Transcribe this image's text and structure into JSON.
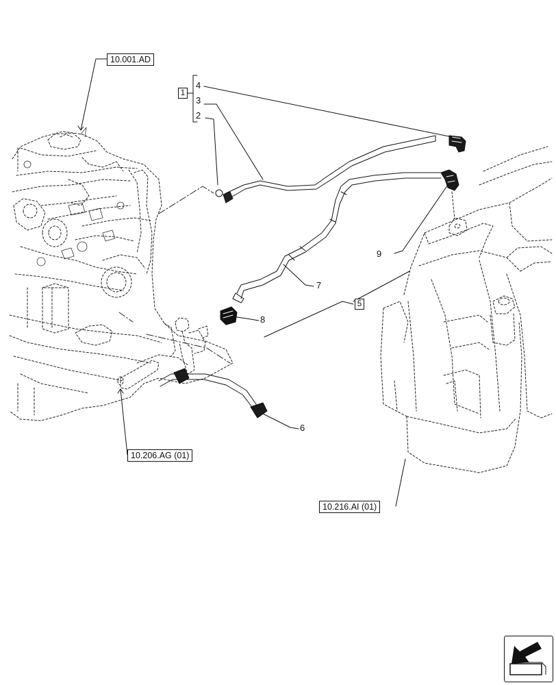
{
  "references": {
    "engine": "10.001.AD",
    "intake": "10.206.AG (01)",
    "tank": "10.216.AI (01)"
  },
  "callouts": {
    "c1": "1",
    "c2": "2",
    "c3": "3",
    "c4": "4",
    "c5": "5",
    "c6": "6",
    "c7": "7",
    "c8": "8",
    "c9": "9"
  },
  "nav": {
    "icon": "arrow-icon"
  }
}
